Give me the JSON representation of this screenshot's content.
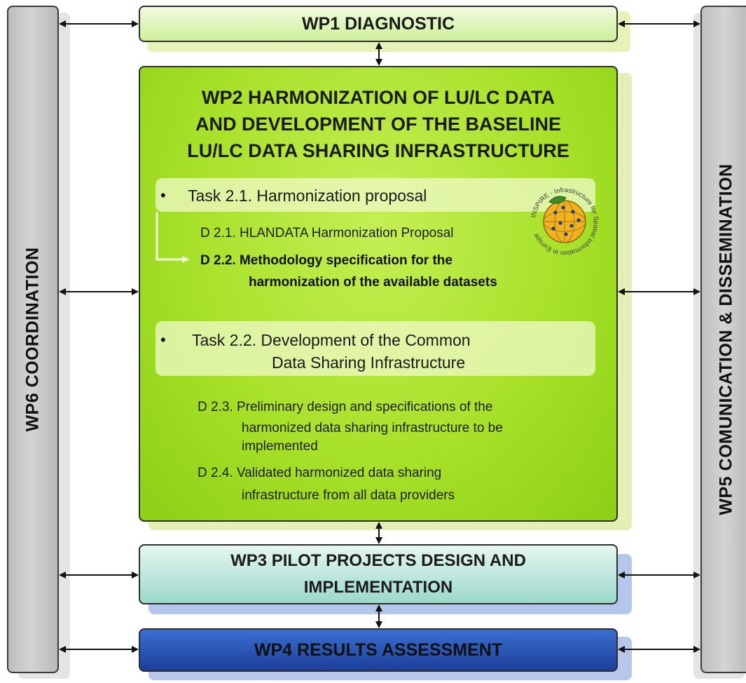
{
  "wp6": {
    "label": "WP6  COORDINATION"
  },
  "wp5": {
    "label": "WP5  COMUNICATION & DISSEMINATION"
  },
  "wp1": {
    "label": "WP1 DIAGNOSTIC"
  },
  "wp2": {
    "title_lines": [
      "WP2 HARMONIZATION OF LU/LC DATA",
      "AND DEVELOPMENT OF THE BASELINE",
      "LU/LC DATA SHARING INFRASTRUCTURE"
    ],
    "tasks": [
      {
        "bullet": "•",
        "label": "Task 2.1. Harmonization proposal",
        "deliverables": [
          "D 2.1. HLANDATA Harmonization Proposal",
          "D 2.2. Methodology specification for the",
          "harmonization of the available datasets"
        ]
      },
      {
        "bullet": "•",
        "label_lines": [
          "Task 2.2. Development of the Common",
          "Data Sharing Infrastructure"
        ],
        "deliverables": [
          "D 2.3. Preliminary design and specifications of the",
          "harmonized data sharing infrastructure to be",
          "implemented",
          "D 2.4. Validated harmonized data sharing",
          "infrastructure from all data providers"
        ]
      }
    ],
    "logo": {
      "name": "inspire-logo",
      "text": "INSPIRE - Infrastructure for Spatial Information in Europe"
    }
  },
  "wp3": {
    "lines": [
      "WP3 PILOT PROJECTS DESIGN AND",
      "IMPLEMENTATION"
    ]
  },
  "wp4": {
    "label": "WP4 RESULTS ASSESSMENT"
  },
  "colors": {
    "sidebar": "#c8c8c8",
    "wp1": "#d8f4ad",
    "wp2": "#a8e12a",
    "wp3": "#b4e3d7",
    "wp4": "#2a56b8",
    "arrow": "#111111"
  }
}
